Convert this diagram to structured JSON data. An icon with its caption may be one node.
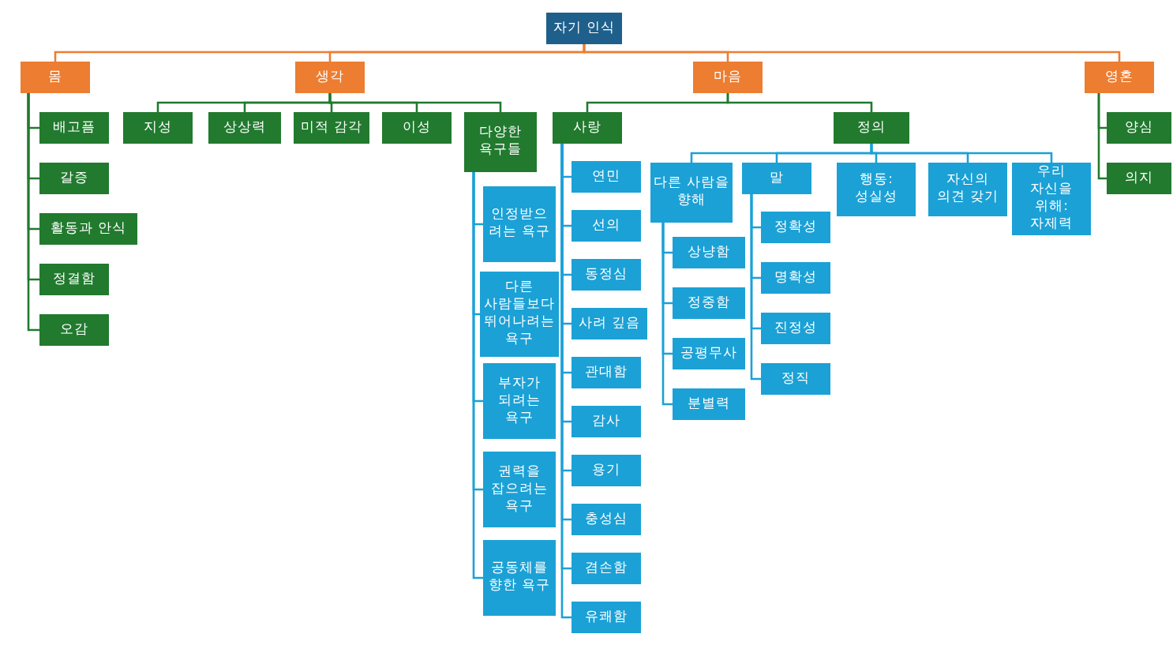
{
  "diagram": {
    "nodes": [
      {
        "text": [
          "자기 인식"
        ]
      },
      {
        "text": [
          "몸"
        ]
      },
      {
        "text": [
          "생각"
        ]
      },
      {
        "text": [
          "마음"
        ]
      },
      {
        "text": [
          "영혼"
        ]
      },
      {
        "text": [
          "배고픔"
        ]
      },
      {
        "text": [
          "갈증"
        ]
      },
      {
        "text": [
          "활동과 안식"
        ]
      },
      {
        "text": [
          "정결함"
        ]
      },
      {
        "text": [
          "오감"
        ]
      },
      {
        "text": [
          "지성"
        ]
      },
      {
        "text": [
          "상상력"
        ]
      },
      {
        "text": [
          "미적 감각"
        ]
      },
      {
        "text": [
          "이성"
        ]
      },
      {
        "text": [
          "다양한 욕구들"
        ]
      },
      {
        "text": [
          "인정받으려는 욕구"
        ]
      },
      {
        "text": [
          "다른 사람들보다 뛰어나려는 욕구"
        ]
      },
      {
        "text": [
          "부자가 되려는 욕구"
        ]
      },
      {
        "text": [
          "권력을 잡으려는 욕구"
        ]
      },
      {
        "text": [
          "공동체를 향한 욕구"
        ]
      },
      {
        "text": [
          "사랑"
        ]
      },
      {
        "text": [
          "정의"
        ]
      },
      {
        "text": [
          "연민"
        ]
      },
      {
        "text": [
          "선의"
        ]
      },
      {
        "text": [
          "동정심"
        ]
      },
      {
        "text": [
          "사려 깊음"
        ]
      },
      {
        "text": [
          "관대함"
        ]
      },
      {
        "text": [
          "감사"
        ]
      },
      {
        "text": [
          "용기"
        ]
      },
      {
        "text": [
          "충성심"
        ]
      },
      {
        "text": [
          "겸손함"
        ]
      },
      {
        "text": [
          "유쾌함"
        ]
      },
      {
        "text": [
          "다른 사람을 향해"
        ]
      },
      {
        "text": [
          "말"
        ]
      },
      {
        "text": [
          "행동: 성실성"
        ]
      },
      {
        "text": [
          "자신의 의견 갖기"
        ]
      },
      {
        "text": [
          "우리 자신을 위해: 자제력"
        ]
      },
      {
        "text": [
          "상냥함"
        ]
      },
      {
        "text": [
          "정중함"
        ]
      },
      {
        "text": [
          "공평무사"
        ]
      },
      {
        "text": [
          "분별력"
        ]
      },
      {
        "text": [
          "정확성"
        ]
      },
      {
        "text": [
          "명확성"
        ]
      },
      {
        "text": [
          "진정성"
        ]
      },
      {
        "text": [
          "정직"
        ]
      },
      {
        "text": [
          "양심"
        ]
      },
      {
        "text": [
          "의지"
        ]
      }
    ],
    "edges": [
      {
        "from": 0,
        "to": 1,
        "arrow": "none",
        "color": "#ed7d31"
      },
      {
        "from": 0,
        "to": 2,
        "arrow": "none",
        "color": "#ed7d31"
      },
      {
        "from": 0,
        "to": 3,
        "arrow": "none",
        "color": "#ed7d31"
      },
      {
        "from": 0,
        "to": 4,
        "arrow": "none",
        "color": "#ed7d31"
      },
      {
        "from": 1,
        "to": 5,
        "arrow": "none",
        "color": "#217a2e"
      },
      {
        "from": 1,
        "to": 6,
        "arrow": "none",
        "color": "#217a2e"
      },
      {
        "from": 1,
        "to": 7,
        "arrow": "none",
        "color": "#217a2e"
      },
      {
        "from": 1,
        "to": 8,
        "arrow": "none",
        "color": "#217a2e"
      },
      {
        "from": 1,
        "to": 9,
        "arrow": "none",
        "color": "#217a2e"
      },
      {
        "from": 2,
        "to": 10,
        "arrow": "none",
        "color": "#217a2e"
      },
      {
        "from": 2,
        "to": 11,
        "arrow": "none",
        "color": "#217a2e"
      },
      {
        "from": 2,
        "to": 12,
        "arrow": "none",
        "color": "#217a2e"
      },
      {
        "from": 2,
        "to": 13,
        "arrow": "none",
        "color": "#217a2e"
      },
      {
        "from": 2,
        "to": 14,
        "arrow": "none",
        "color": "#217a2e"
      },
      {
        "from": 14,
        "to": 15,
        "arrow": "none"
      },
      {
        "from": 14,
        "to": 16,
        "arrow": "none"
      },
      {
        "from": 14,
        "to": 17,
        "arrow": "none"
      },
      {
        "from": 14,
        "to": 18,
        "arrow": "none"
      },
      {
        "from": 14,
        "to": 19,
        "arrow": "none"
      },
      {
        "from": 3,
        "to": 20,
        "arrow": "none",
        "color": "#217a2e"
      },
      {
        "from": 3,
        "to": 21,
        "arrow": "none",
        "color": "#217a2e"
      },
      {
        "from": 20,
        "to": 22,
        "arrow": "none"
      },
      {
        "from": 20,
        "to": 23,
        "arrow": "none"
      },
      {
        "from": 20,
        "to": 24,
        "arrow": "none"
      },
      {
        "from": 20,
        "to": 25,
        "arrow": "none"
      },
      {
        "from": 20,
        "to": 26,
        "arrow": "none"
      },
      {
        "from": 20,
        "to": 27,
        "arrow": "none"
      },
      {
        "from": 20,
        "to": 28,
        "arrow": "none"
      },
      {
        "from": 20,
        "to": 29,
        "arrow": "none"
      },
      {
        "from": 20,
        "to": 30,
        "arrow": "none"
      },
      {
        "from": 20,
        "to": 31,
        "arrow": "none"
      },
      {
        "from": 21,
        "to": 32,
        "arrow": "none"
      },
      {
        "from": 21,
        "to": 33,
        "arrow": "none"
      },
      {
        "from": 21,
        "to": 34,
        "arrow": "none"
      },
      {
        "from": 21,
        "to": 35,
        "arrow": "none"
      },
      {
        "from": 21,
        "to": 36,
        "arrow": "none"
      },
      {
        "from": 32,
        "to": 37,
        "arrow": "none"
      },
      {
        "from": 32,
        "to": 38,
        "arrow": "none"
      },
      {
        "from": 32,
        "to": 39,
        "arrow": "none"
      },
      {
        "from": 32,
        "to": 40,
        "arrow": "none"
      },
      {
        "from": 33,
        "to": 41,
        "arrow": "none"
      },
      {
        "from": 33,
        "to": 42,
        "arrow": "none"
      },
      {
        "from": 33,
        "to": 43,
        "arrow": "none"
      },
      {
        "from": 33,
        "to": 44,
        "arrow": "none"
      },
      {
        "from": 4,
        "to": 45,
        "arrow": "none",
        "color": "#217a2e"
      },
      {
        "from": 4,
        "to": 46,
        "arrow": "none",
        "color": "#217a2e"
      }
    ]
  }
}
